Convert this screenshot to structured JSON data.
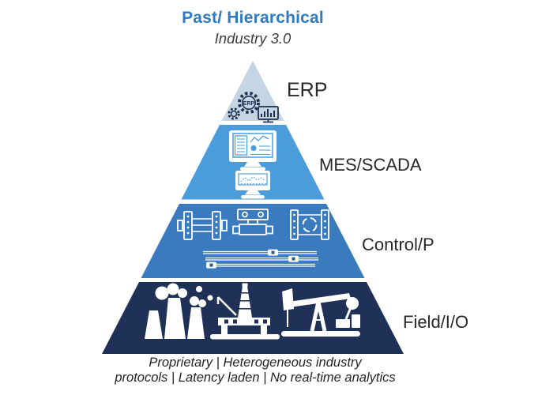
{
  "title": {
    "main": "Past/ Hierarchical",
    "sub": "Industry 3.0"
  },
  "pyramid": {
    "tiers": [
      {
        "label": "ERP",
        "color": "#c6d5e4",
        "icon": "erp-gear-system-icon",
        "icon_text": "ERP"
      },
      {
        "label": "MES/SCADA",
        "color": "#4a9dda",
        "icon": "scada-monitors-icon"
      },
      {
        "label": "Control/P",
        "color": "#3a7abf",
        "icon": "control-valves-sliders-icon"
      },
      {
        "label": "Field/I/O",
        "color": "#1f3157",
        "icon": "field-industrial-sites-icon"
      }
    ]
  },
  "caption": {
    "line1": "Proprietary | Heterogeneous industry",
    "line2": "protocols | Latency laden | No real-time analytics"
  },
  "colors": {
    "title_accent": "#2e7bbf",
    "subtitle_text": "#3a3d41",
    "label_text": "#26282c",
    "caption_text": "#232528",
    "icon_outline": "#1e3050",
    "icon_white": "#ffffff",
    "background": "#ffffff"
  }
}
